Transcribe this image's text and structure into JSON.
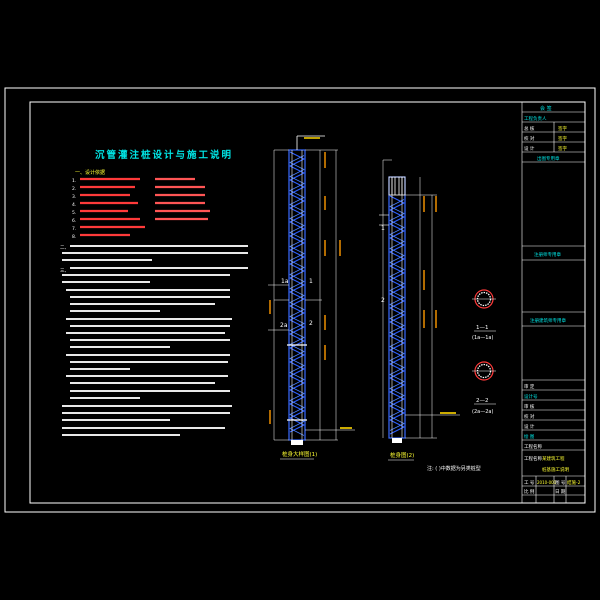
{
  "notes": {
    "title": "沉管灌注桩设计与施工说明",
    "heading": "一、设计依据",
    "lines": [
      "1.",
      "2.",
      "3.",
      "4.",
      "5.",
      "6.",
      "7.",
      "8."
    ],
    "paragraphs": [
      "二、",
      "三、"
    ]
  },
  "drawing": {
    "pile1_caption": "桩身大样图(1)",
    "pile2_caption": "桩身图(2)",
    "section1_label": "1—1",
    "section1_sub": "(1a—1a)",
    "section2_label": "2—2",
    "section2_sub": "(2a—2a)",
    "note_caption": "注: ( )中数据为另类桩型",
    "markers": {
      "m1": "1",
      "m2": "2",
      "m1a": "1a",
      "m2a": "2a",
      "m1b": "1",
      "m2b": "2"
    }
  },
  "title_block": {
    "row_sign": "会 签",
    "row_owner": "工程负责人",
    "sig_rows": [
      {
        "label": "总 核",
        "value": "签字"
      },
      {
        "label": "校 对",
        "value": "签字"
      },
      {
        "label": "设 计",
        "value": "签字"
      }
    ],
    "stamp1": "出图专用章",
    "stamp2": "注册师专用章",
    "stamp3": "注册建筑师专用章",
    "lower_rows": [
      "审 定",
      "设计号",
      "审 核",
      "校 对",
      "设 计",
      "绘 图"
    ],
    "project_label": "工程名称",
    "project_value": "某建筑工程",
    "drawing_name": "桩基施工说明",
    "num_label": "工 号",
    "num_value": "2010-001",
    "sheet_label": "图 号",
    "sheet_value": "结施-2",
    "ratio_label": "比 例",
    "date_label": "日 期"
  }
}
